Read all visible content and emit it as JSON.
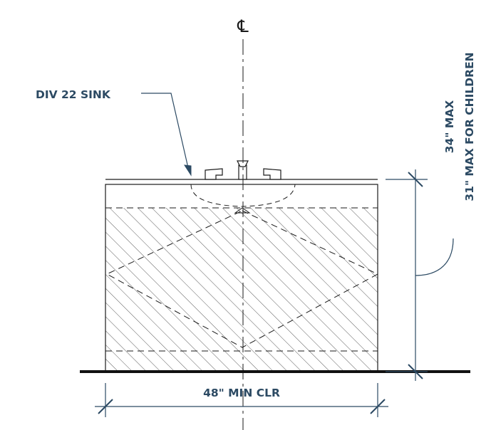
{
  "diagram": {
    "centerline_symbol": "℄",
    "sink_label": "DIV 22 SINK",
    "width_dimension": "48\" MIN CLR",
    "height_dimension_line1": "34\" MAX",
    "height_dimension_line2": "31\" MAX FOR CHILDREN",
    "colors": {
      "annotation": "#2c4a63",
      "linework": "#1a1a1a",
      "floor": "#111111",
      "background": "#ffffff"
    }
  }
}
